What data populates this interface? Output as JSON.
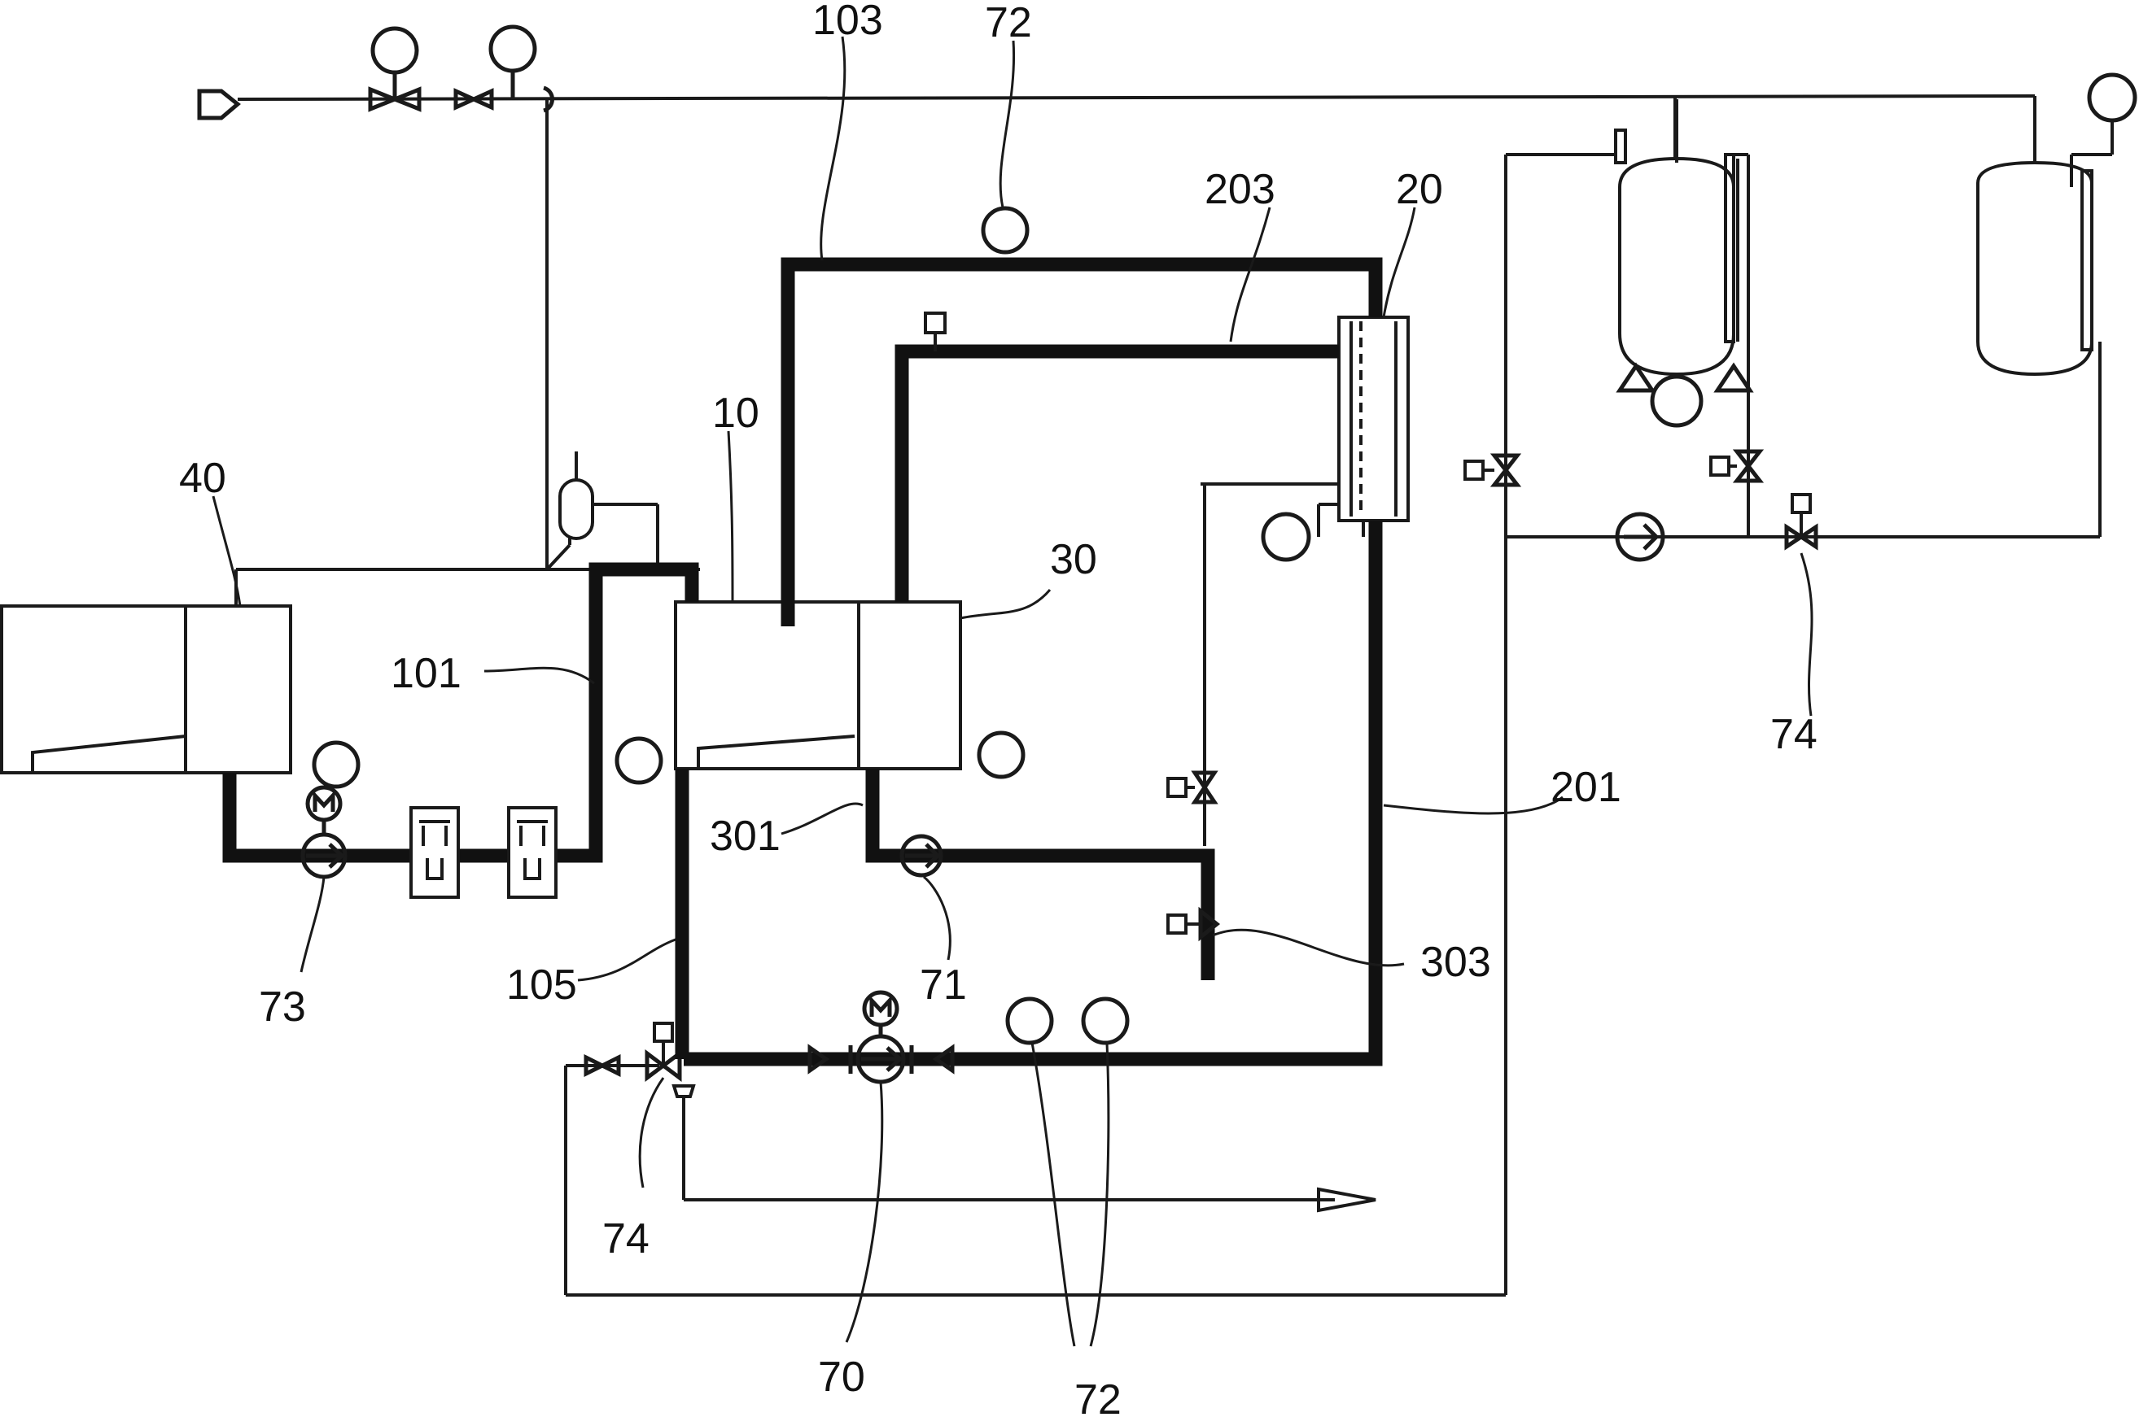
{
  "labels": {
    "l103": "103",
    "l72_top": "72",
    "l203": "203",
    "l20": "20",
    "l10": "10",
    "l40": "40",
    "l30": "30",
    "l101": "101",
    "l201": "201",
    "l74_right": "74",
    "l301": "301",
    "l303": "303",
    "l71": "71",
    "l105": "105",
    "l73": "73",
    "l74_left": "74",
    "l70": "70",
    "l72_bottom": "72"
  },
  "colors": {
    "line": "#111111",
    "background": "#ffffff"
  }
}
